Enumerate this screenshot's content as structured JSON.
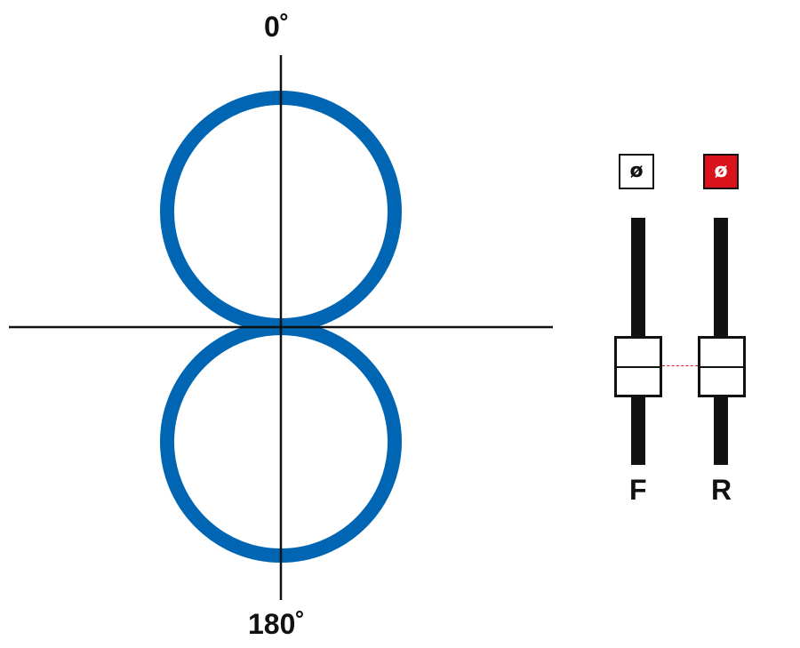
{
  "polar_plot": {
    "label_top": "0˚",
    "label_bottom": "180˚",
    "pattern": "figure-8",
    "pattern_color": "#0066b3"
  },
  "faders": [
    {
      "id": "F",
      "label": "F",
      "phase_symbol": "ø",
      "phase_inverted": false,
      "box_color": "#ffffff"
    },
    {
      "id": "R",
      "label": "R",
      "phase_symbol": "ø",
      "phase_inverted": true,
      "box_color": "#d9121c"
    }
  ],
  "link_line_color": "#d9121c"
}
